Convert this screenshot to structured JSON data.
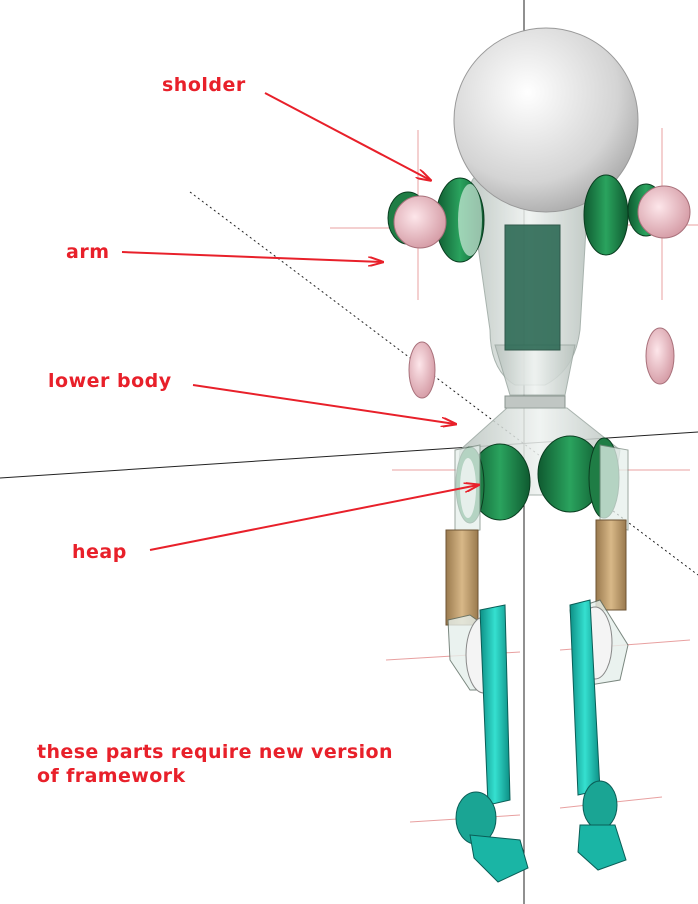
{
  "colors": {
    "annotation": "#e8202a",
    "head": "#dcdcdc",
    "joint_green": "#1f8a4c",
    "joint_pink": "#f2c2c8",
    "limb_tan": "#c8a878",
    "leg_teal": "#1fc7b8",
    "body_translucent": "#d8e0dc"
  },
  "labels": {
    "shoulder": "sholder",
    "arm": "arm",
    "lower_body": "lower body",
    "hip": "heap"
  },
  "note": {
    "line1": "these parts require new version",
    "line2": "of framework"
  }
}
